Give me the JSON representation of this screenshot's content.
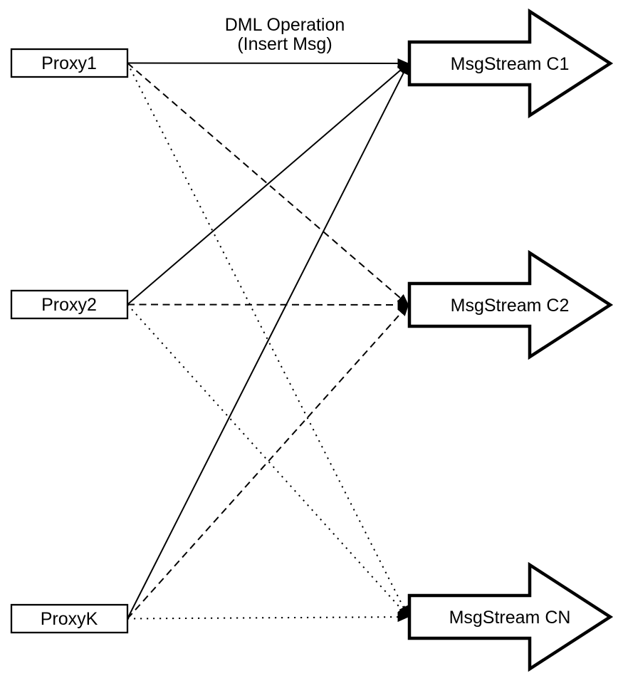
{
  "diagram": {
    "annotation": {
      "line1": "DML Operation",
      "line2": "(Insert Msg)"
    },
    "proxies": [
      {
        "id": "proxy1",
        "label": "Proxy1"
      },
      {
        "id": "proxy2",
        "label": "Proxy2"
      },
      {
        "id": "proxyk",
        "label": "ProxyK"
      }
    ],
    "streams": [
      {
        "id": "c1",
        "label": "MsgStream C1"
      },
      {
        "id": "c2",
        "label": "MsgStream C2"
      },
      {
        "id": "cn",
        "label": "MsgStream CN"
      }
    ],
    "edges": [
      {
        "from": "proxy1",
        "to": "c1",
        "style": "solid"
      },
      {
        "from": "proxy1",
        "to": "c2",
        "style": "dashed"
      },
      {
        "from": "proxy1",
        "to": "cn",
        "style": "dotted"
      },
      {
        "from": "proxy2",
        "to": "c1",
        "style": "solid"
      },
      {
        "from": "proxy2",
        "to": "c2",
        "style": "dashed"
      },
      {
        "from": "proxy2",
        "to": "cn",
        "style": "dotted"
      },
      {
        "from": "proxyk",
        "to": "c1",
        "style": "solid"
      },
      {
        "from": "proxyk",
        "to": "c2",
        "style": "dashed"
      },
      {
        "from": "proxyk",
        "to": "cn",
        "style": "dotted"
      }
    ],
    "colors": {
      "stroke": "#000000",
      "background": "#ffffff"
    }
  }
}
